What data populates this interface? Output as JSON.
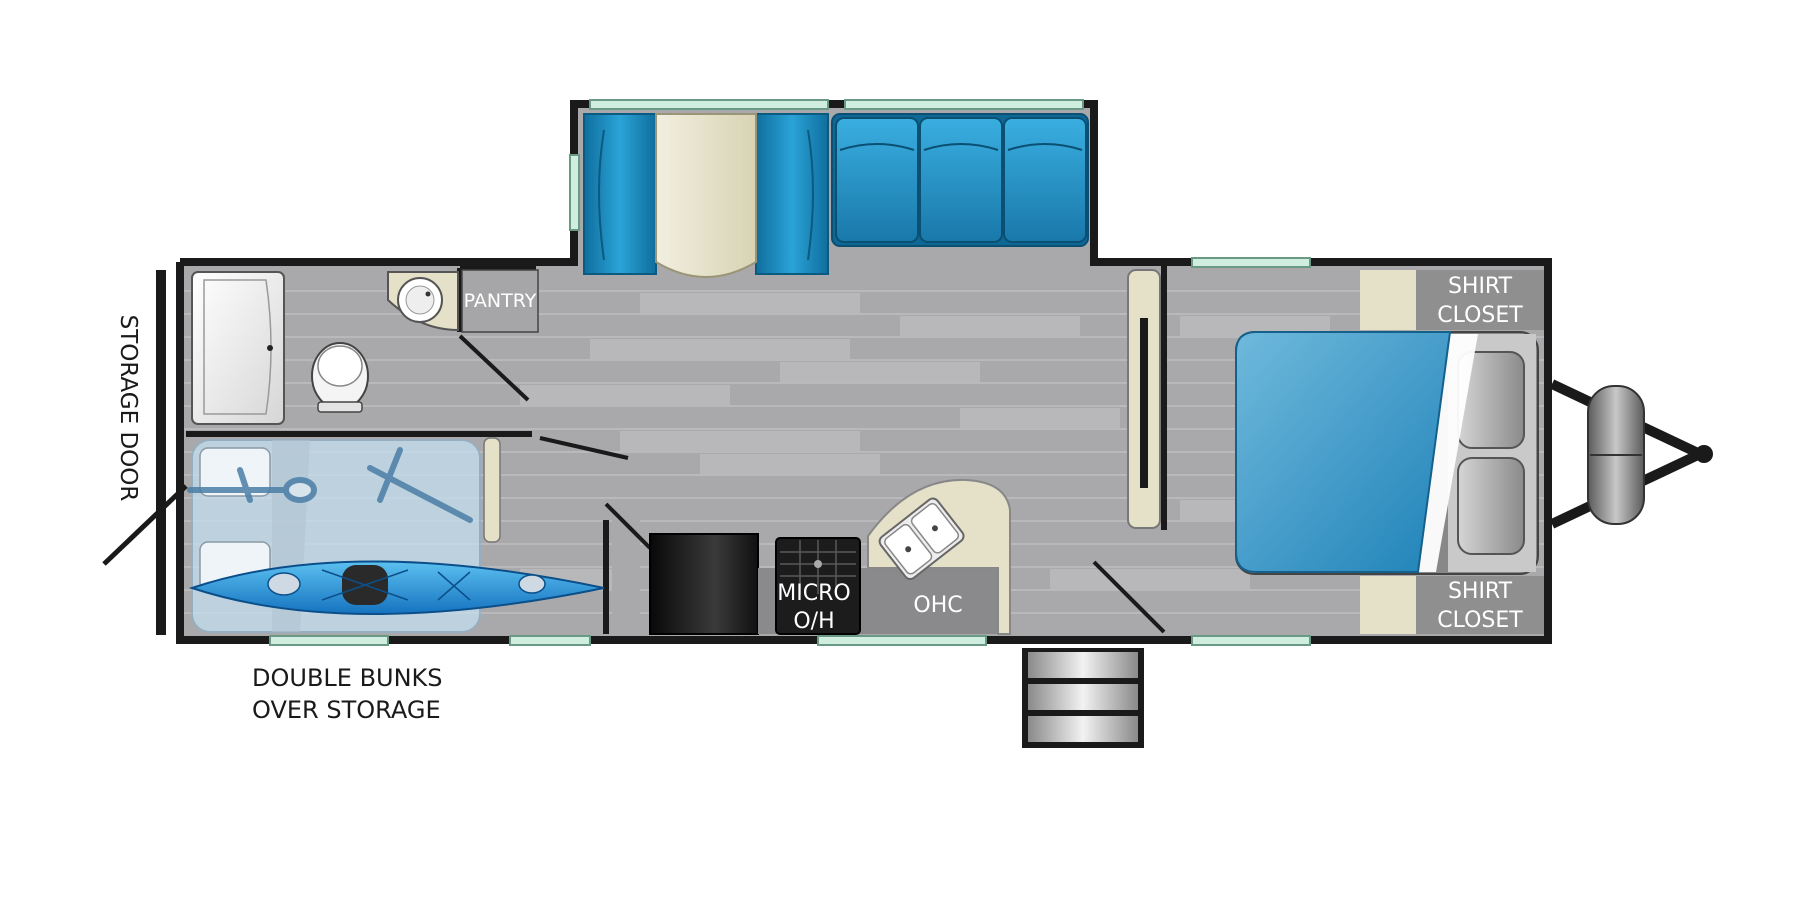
{
  "labels": {
    "storage_door": "STORAGE DOOR",
    "pantry": "PANTRY",
    "shirt_closet_top_1": "SHIRT",
    "shirt_closet_top_2": "CLOSET",
    "shirt_closet_bottom_1": "SHIRT",
    "shirt_closet_bottom_2": "CLOSET",
    "micro_1": "MICRO",
    "micro_2": "O/H",
    "ohc": "OHC",
    "bunks_1": "DOUBLE BUNKS",
    "bunks_2": "OVER STORAGE"
  },
  "colors": {
    "wall": "#1a1a1a",
    "floor": "#a9a9ab",
    "sofa": "#1e88bd",
    "cream": "#e5e1c9",
    "bed": "#2a93c8",
    "window": "#cfeee0",
    "closet": "#8f8f8f"
  }
}
